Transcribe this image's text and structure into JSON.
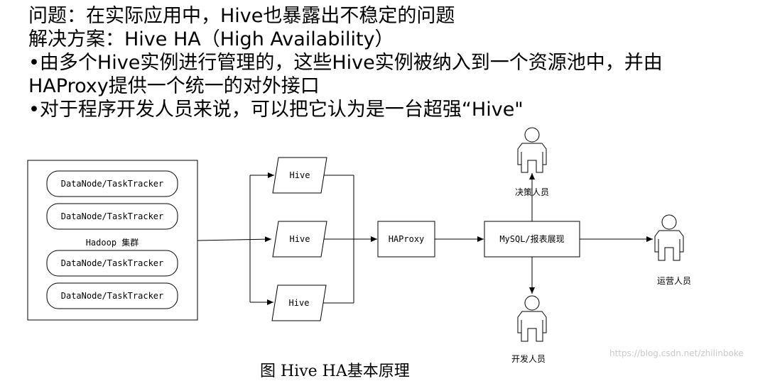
{
  "text": {
    "line1": "问题：在实际应用中，Hive也暴露出不稳定的问题",
    "line2": "解决方案：Hive HA（High Availability）",
    "line3": "•由多个Hive实例进行管理的，这些Hive实例被纳入到一个资源池中，并由",
    "line4": "HAProxy提供一个统一的对外接口",
    "line5": "•对于程序开发人员来说，可以把它认为是一台超强“Hive\""
  },
  "diagram": {
    "cluster_label": "Hadoop 集群",
    "datanodes": [
      "DataNode/TaskTracker",
      "DataNode/TaskTracker",
      "DataNode/TaskTracker",
      "DataNode/TaskTracker"
    ],
    "hive_nodes": [
      "Hive",
      "Hive",
      "Hive"
    ],
    "haproxy": "HAProxy",
    "mysql": "MySQL/报表展现",
    "actors": {
      "decision": "决策人员",
      "operations": "运营人员",
      "developer": "开发人员"
    }
  },
  "caption": "图 Hive HA基本原理",
  "watermark": "https://blog.csdn.net/zhilinboke"
}
